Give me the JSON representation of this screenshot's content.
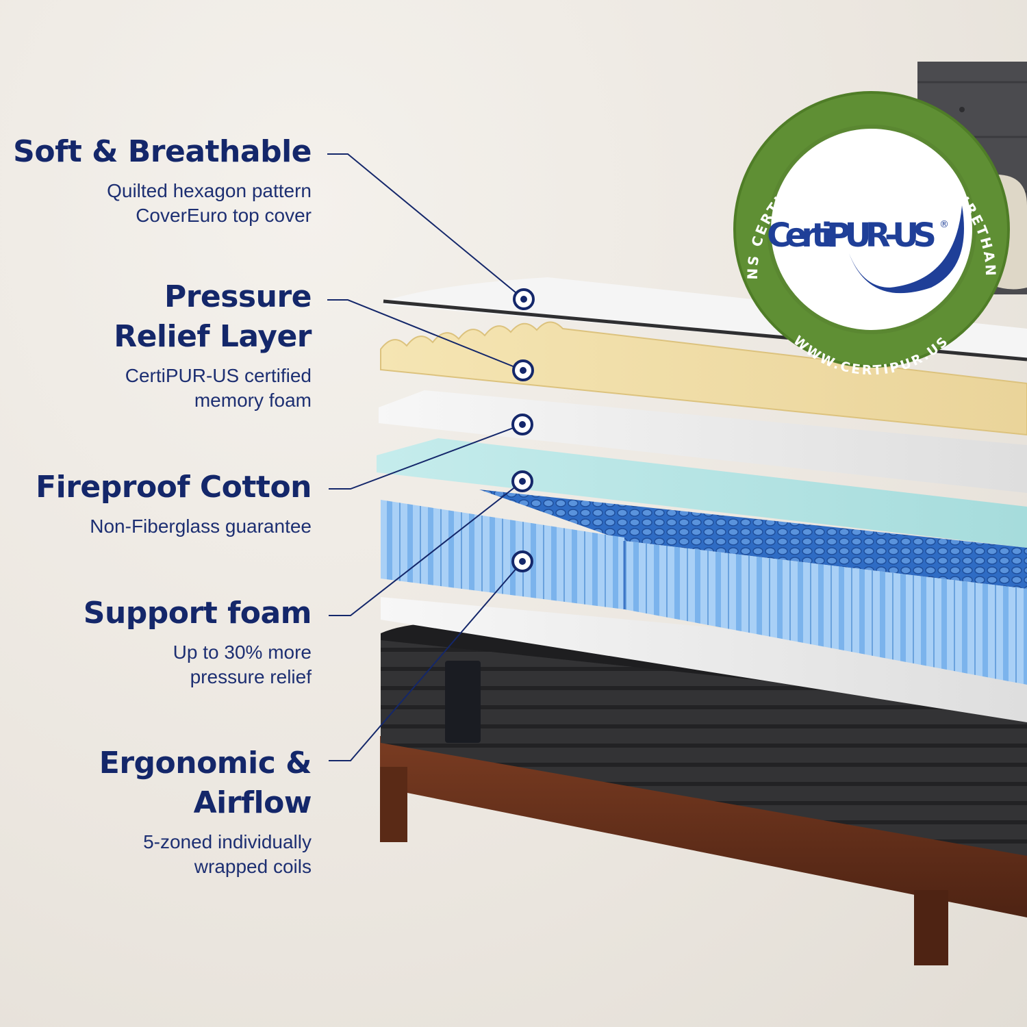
{
  "callouts": [
    {
      "title_lines": [
        "Soft & Breathable"
      ],
      "desc_lines": [
        "Quilted hexagon pattern",
        "CoverEuro top cover"
      ]
    },
    {
      "title_lines": [
        "Pressure",
        "Relief Layer"
      ],
      "desc_lines": [
        "CertiPUR-US certified",
        "memory foam"
      ]
    },
    {
      "title_lines": [
        "Fireproof Cotton"
      ],
      "desc_lines": [
        "Non-Fiberglass guarantee"
      ]
    },
    {
      "title_lines": [
        "Support foam"
      ],
      "desc_lines": [
        "Up to 30% more",
        "pressure relief"
      ]
    },
    {
      "title_lines": [
        "Ergonomic &",
        "Airflow"
      ],
      "desc_lines": [
        "5-zoned individually",
        "wrapped coils"
      ]
    }
  ],
  "badge": {
    "ring_text": "CONTAINS CERTIFIED FLEXIBLE POLYURETHANE FOAM",
    "logo_text": "CertiPUR-US",
    "registered": "®",
    "url_text": "WWW.CERTIPUR.US"
  },
  "colors": {
    "navy": "#14276a",
    "badge_green": "#5f8f34",
    "badge_blue": "#1f3f98"
  }
}
